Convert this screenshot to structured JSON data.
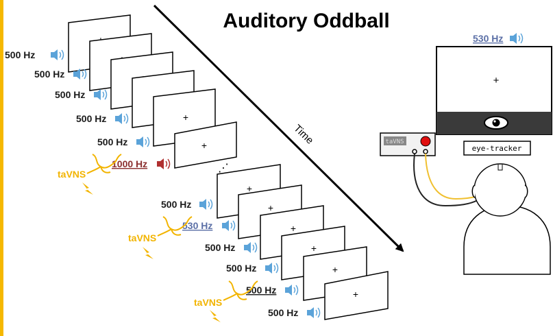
{
  "title": "Auditory Oddball",
  "time_label": "Time",
  "fixation": "+",
  "ellipsis": "⋰",
  "colors": {
    "accent_bar": "#f5b800",
    "standard_text": "#1a1a1a",
    "oddball_deviant": "#8b2f2f",
    "oddball_target": "#5b6fa6",
    "tavns_yellow": "#f2b400",
    "speaker_blue": "#5ba3d9",
    "speaker_red": "#b03030",
    "cable_yellow": "#f0c030"
  },
  "sequence_top": [
    {
      "label": "500 Hz",
      "kind": "standard"
    },
    {
      "label": "500 Hz",
      "kind": "standard"
    },
    {
      "label": "500 Hz",
      "kind": "standard"
    },
    {
      "label": "500 Hz",
      "kind": "standard"
    },
    {
      "label": "500 Hz",
      "kind": "standard"
    },
    {
      "label": "1000 Hz",
      "kind": "deviant"
    }
  ],
  "sequence_bottom": [
    {
      "label": "500 Hz",
      "kind": "standard"
    },
    {
      "label": "530 Hz",
      "kind": "target"
    },
    {
      "label": "500 Hz",
      "kind": "standard"
    },
    {
      "label": "500 Hz",
      "kind": "standard"
    },
    {
      "label": "500 Hz",
      "kind": "standard-underlined"
    },
    {
      "label": "500 Hz",
      "kind": "standard"
    }
  ],
  "tavns_labels": [
    "taVNS",
    "taVNS",
    "taVNS"
  ],
  "setup": {
    "monitor_freq": "530 Hz",
    "device_label": "taVNS",
    "eye_tracker_label": "eye-tracker"
  },
  "icons": [
    "speaker-icon",
    "lightning-icon",
    "eye-icon",
    "time-arrow-icon"
  ]
}
